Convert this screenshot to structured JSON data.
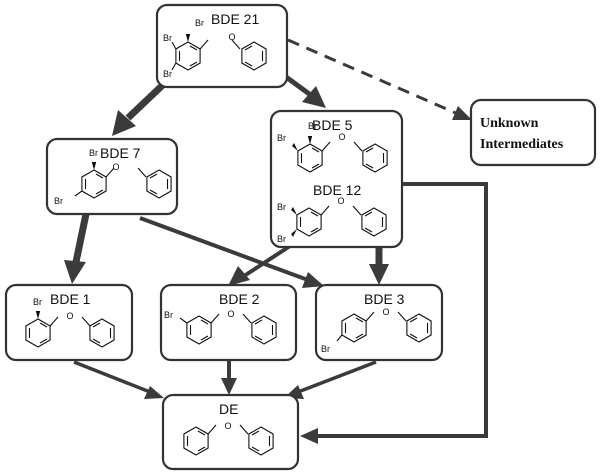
{
  "nodes": {
    "bde21": {
      "label": "BDE 21",
      "substituents": [
        "Br",
        "Br",
        "Br"
      ],
      "ether": "O"
    },
    "bde7": {
      "label": "BDE 7",
      "substituents": [
        "Br",
        "Br"
      ],
      "ether": "O"
    },
    "bde5": {
      "label": "BDE 5",
      "substituents": [
        "Br",
        "Br"
      ],
      "ether": "O"
    },
    "bde12": {
      "label": "BDE 12",
      "substituents": [
        "Br",
        "Br"
      ],
      "ether": "O"
    },
    "bde1": {
      "label": "BDE 1",
      "substituents": [
        "Br"
      ],
      "ether": "O"
    },
    "bde2": {
      "label": "BDE 2",
      "substituents": [
        "Br"
      ],
      "ether": "O"
    },
    "bde3": {
      "label": "BDE 3",
      "substituents": [
        "Br"
      ],
      "ether": "O"
    },
    "de": {
      "label": "DE",
      "ether": "O"
    },
    "unknown": {
      "line1": "Unknown",
      "line2": "Intermediates"
    }
  },
  "colors": {
    "arrow": "#3b3b3b",
    "box_stroke": "#333333"
  },
  "edges": [
    {
      "from": "BDE 21",
      "to": "BDE 7",
      "style": "thick"
    },
    {
      "from": "BDE 21",
      "to": "BDE 5",
      "style": "medium"
    },
    {
      "from": "BDE 21",
      "to": "Unknown Intermediates",
      "style": "dashed"
    },
    {
      "from": "BDE 7",
      "to": "BDE 1",
      "style": "thick"
    },
    {
      "from": "BDE 7",
      "to": "BDE 3",
      "style": "medium"
    },
    {
      "from": "BDE 12",
      "to": "BDE 2",
      "style": "medium"
    },
    {
      "from": "BDE 12",
      "to": "BDE 3",
      "style": "thick"
    },
    {
      "from": "BDE 12",
      "to": "DE",
      "style": "medium"
    },
    {
      "from": "BDE 1",
      "to": "DE",
      "style": "medium"
    },
    {
      "from": "BDE 2",
      "to": "DE",
      "style": "medium"
    },
    {
      "from": "BDE 3",
      "to": "DE",
      "style": "medium"
    }
  ]
}
